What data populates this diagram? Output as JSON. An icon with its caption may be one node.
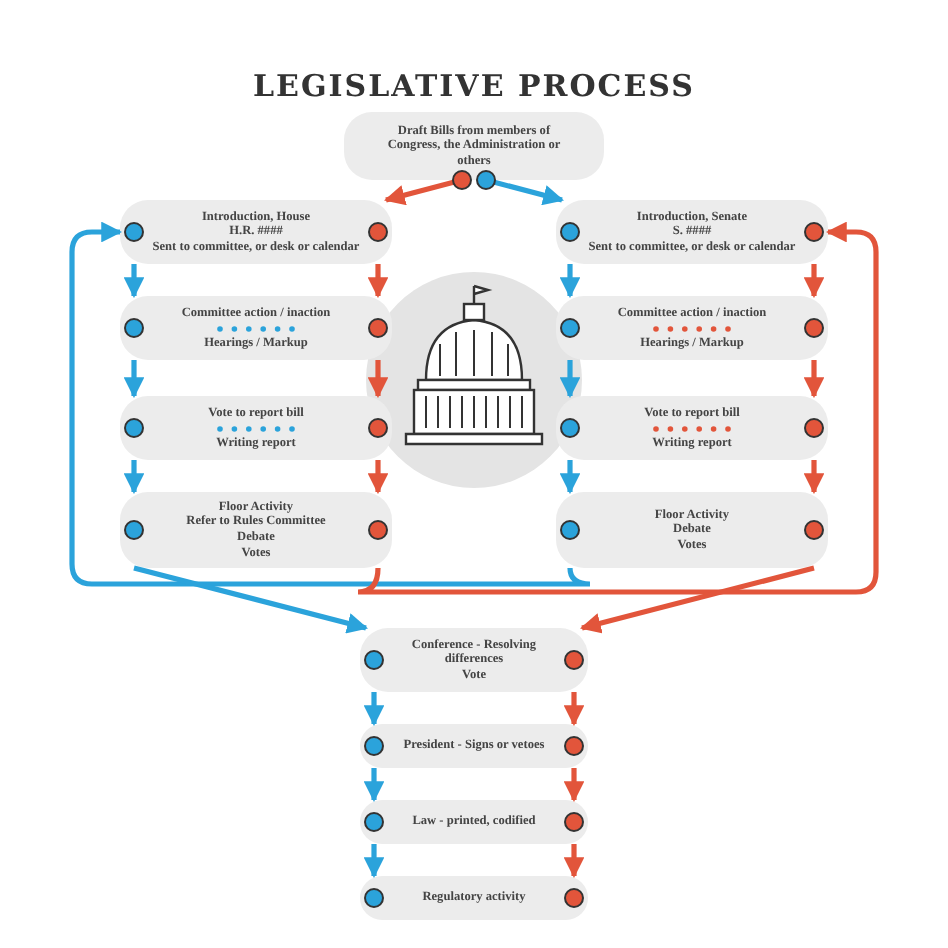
{
  "diagram": {
    "title": "LEGISLATIVE PROCESS",
    "nodes": [
      {
        "text": [
          "Draft Bills from members of Congress, the Administration or others"
        ]
      },
      {
        "text": [
          "Introduction, House",
          "H.R. ####",
          "Sent to committee, or desk or calendar"
        ]
      },
      {
        "text": [
          "Introduction, Senate",
          "S. ####",
          "Sent to committee, or desk or calendar"
        ]
      },
      {
        "text": [
          "Committee action / inaction",
          "Hearings / Markup"
        ]
      },
      {
        "text": [
          "Committee action / inaction",
          "Hearings / Markup"
        ]
      },
      {
        "text": [
          "Vote to report bill",
          "Writing report"
        ]
      },
      {
        "text": [
          "Vote to report bill",
          "Writing report"
        ]
      },
      {
        "text": [
          "Floor Activity",
          "Refer to Rules Committee",
          "Debate",
          "Votes"
        ]
      },
      {
        "text": [
          "Floor Activity",
          "Debate",
          "Votes"
        ]
      },
      {
        "text": [
          "Conference - Resolving differences",
          "Vote"
        ]
      },
      {
        "text": [
          "President - Signs or vetoes"
        ]
      },
      {
        "text": [
          "Law - printed, codified"
        ]
      },
      {
        "text": [
          "Regulatory activity"
        ]
      }
    ],
    "edges": [
      {
        "from": 0,
        "to": 1,
        "arrow": "to",
        "color": "#e2553b"
      },
      {
        "from": 0,
        "to": 2,
        "arrow": "to",
        "color": "#2ba3db"
      },
      {
        "from": 1,
        "to": 3,
        "arrow": "to",
        "color": "#2ba3db"
      },
      {
        "from": 1,
        "to": 3,
        "arrow": "to",
        "color": "#e2553b"
      },
      {
        "from": 3,
        "to": 5,
        "arrow": "to",
        "color": "#2ba3db"
      },
      {
        "from": 3,
        "to": 5,
        "arrow": "to",
        "color": "#e2553b"
      },
      {
        "from": 5,
        "to": 7,
        "arrow": "to",
        "color": "#2ba3db"
      },
      {
        "from": 5,
        "to": 7,
        "arrow": "to",
        "color": "#e2553b"
      },
      {
        "from": 2,
        "to": 4,
        "arrow": "to",
        "color": "#2ba3db"
      },
      {
        "from": 2,
        "to": 4,
        "arrow": "to",
        "color": "#e2553b"
      },
      {
        "from": 4,
        "to": 6,
        "arrow": "to",
        "color": "#2ba3db"
      },
      {
        "from": 4,
        "to": 6,
        "arrow": "to",
        "color": "#e2553b"
      },
      {
        "from": 6,
        "to": 8,
        "arrow": "to",
        "color": "#2ba3db"
      },
      {
        "from": 6,
        "to": 8,
        "arrow": "to",
        "color": "#e2553b"
      },
      {
        "from": 8,
        "to": 1,
        "arrow": "to",
        "color": "#2ba3db"
      },
      {
        "from": 7,
        "to": 2,
        "arrow": "to",
        "color": "#e2553b"
      },
      {
        "from": 7,
        "to": 9,
        "arrow": "to",
        "color": "#2ba3db"
      },
      {
        "from": 8,
        "to": 9,
        "arrow": "to",
        "color": "#e2553b"
      },
      {
        "from": 9,
        "to": 10,
        "arrow": "to",
        "color": "#2ba3db"
      },
      {
        "from": 9,
        "to": 10,
        "arrow": "to",
        "color": "#e2553b"
      },
      {
        "from": 10,
        "to": 11,
        "arrow": "to",
        "color": "#2ba3db"
      },
      {
        "from": 10,
        "to": 11,
        "arrow": "to",
        "color": "#e2553b"
      },
      {
        "from": 11,
        "to": 12,
        "arrow": "to",
        "color": "#2ba3db"
      },
      {
        "from": 11,
        "to": 12,
        "arrow": "to",
        "color": "#e2553b"
      }
    ]
  }
}
